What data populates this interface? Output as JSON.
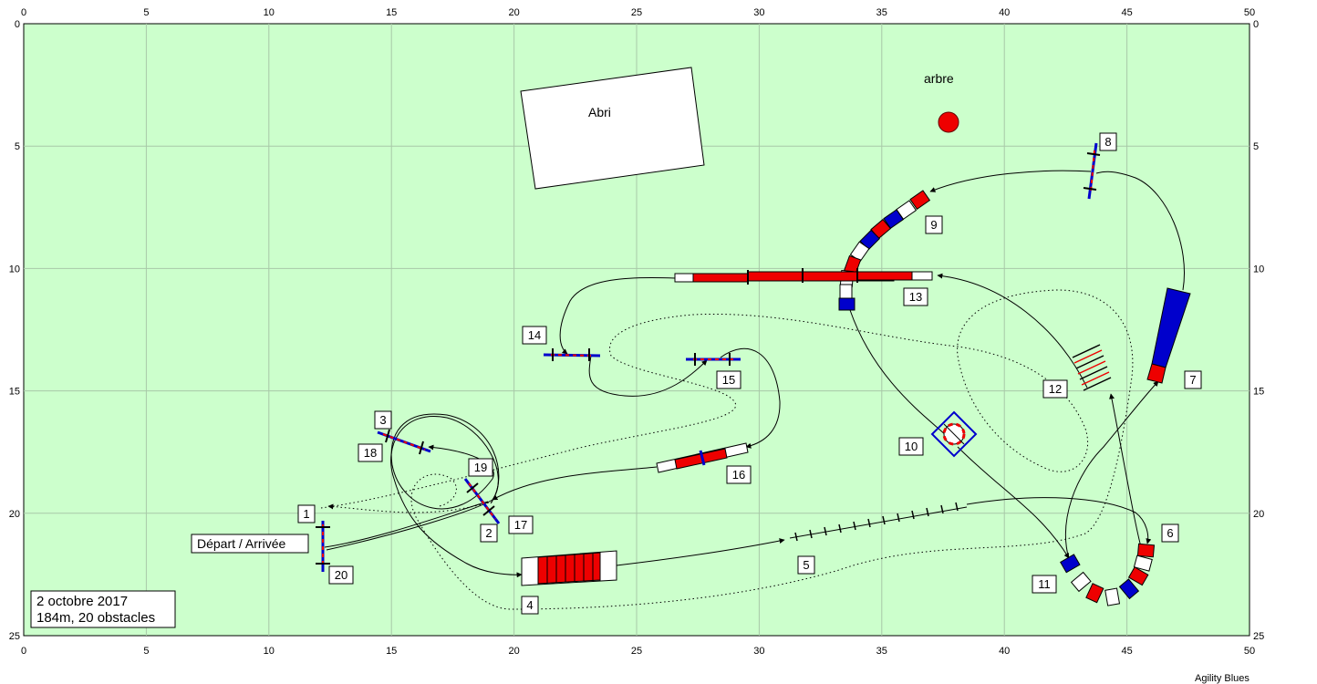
{
  "field": {
    "x_ticks": [
      "0",
      "5",
      "10",
      "15",
      "20",
      "25",
      "30",
      "35",
      "40",
      "45",
      "50"
    ],
    "y_ticks": [
      "0",
      "5",
      "10",
      "15",
      "20",
      "25"
    ],
    "background": "#ccffcc",
    "grid_color": "#a8c8a8"
  },
  "landmarks": {
    "shelter_label": "Abri",
    "tree_label": "arbre"
  },
  "start_label": "Départ / Arrivée",
  "info_box": {
    "date": "2 octobre 2017",
    "summary": "184m, 20 obstacles"
  },
  "brand": "Agility Blues",
  "obstacles": [
    {
      "number": "1",
      "label": "1"
    },
    {
      "number": "2",
      "label": "2"
    },
    {
      "number": "3",
      "label": "3"
    },
    {
      "number": "4",
      "label": "4"
    },
    {
      "number": "5",
      "label": "5"
    },
    {
      "number": "6",
      "label": "6"
    },
    {
      "number": "7",
      "label": "7"
    },
    {
      "number": "8",
      "label": "8"
    },
    {
      "number": "9",
      "label": "9"
    },
    {
      "number": "10",
      "label": "10"
    },
    {
      "number": "11",
      "label": "11"
    },
    {
      "number": "12",
      "label": "12"
    },
    {
      "number": "13",
      "label": "13"
    },
    {
      "number": "14",
      "label": "14"
    },
    {
      "number": "15",
      "label": "15"
    },
    {
      "number": "16",
      "label": "16"
    },
    {
      "number": "17",
      "label": "17"
    },
    {
      "number": "18",
      "label": "18"
    },
    {
      "number": "19",
      "label": "19"
    },
    {
      "number": "20",
      "label": "20"
    }
  ],
  "colors": {
    "red": "#ee0000",
    "blue": "#0000cc",
    "tree": "#ee0000"
  }
}
